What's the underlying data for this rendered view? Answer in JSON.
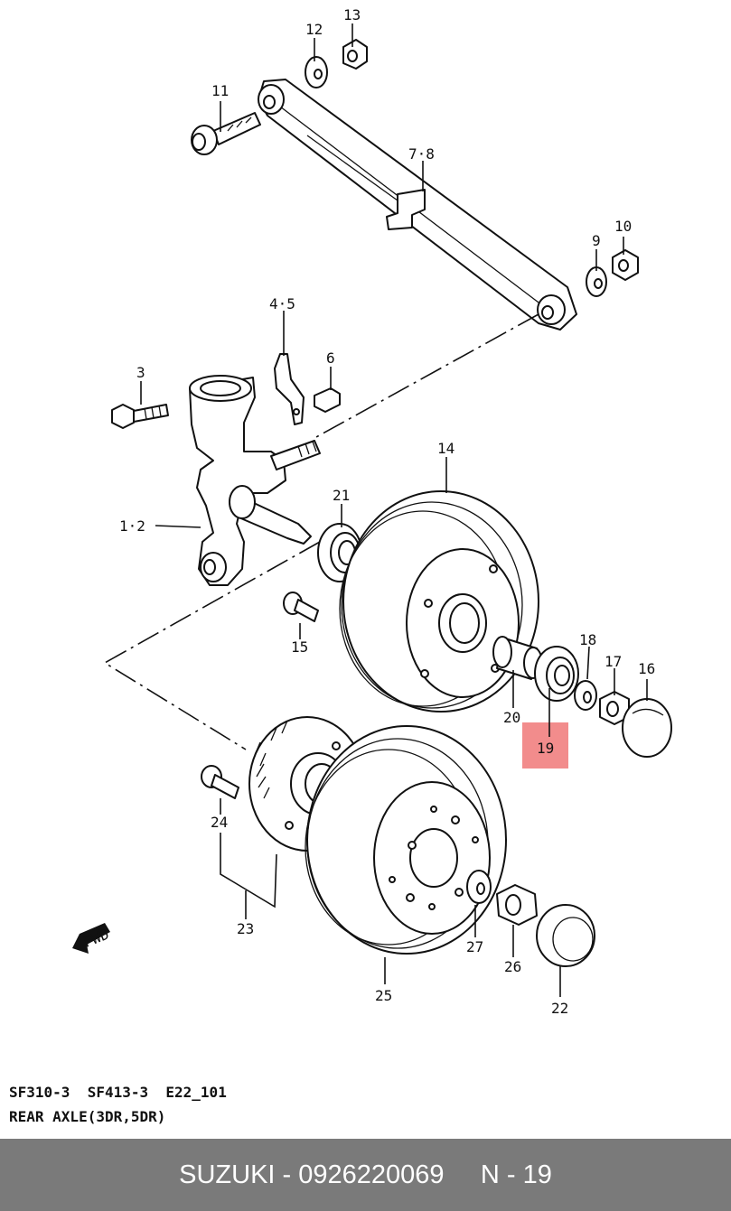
{
  "callouts": {
    "c1_2": "1·2",
    "c3": "3",
    "c4_5": "4·5",
    "c6": "6",
    "c7_8": "7·8",
    "c9": "9",
    "c10": "10",
    "c11": "11",
    "c12": "12",
    "c13": "13",
    "c14": "14",
    "c15": "15",
    "c16": "16",
    "c17": "17",
    "c18": "18",
    "c19": "19",
    "c20": "20",
    "c21": "21",
    "c22": "22",
    "c23": "23",
    "c24": "24",
    "c25": "25",
    "c26": "26",
    "c27": "27",
    "fwd": "FWD"
  },
  "highlight": {
    "part": "19",
    "color": "#f28c8c"
  },
  "caption": {
    "line1": "SF310-3  SF413-3  E22_101",
    "line2": "REAR AXLE(3DR,5DR)"
  },
  "footer": {
    "brand": "SUZUKI",
    "part_number": "0926220069",
    "ref": "N - 19",
    "background": "#7a7a7a"
  }
}
